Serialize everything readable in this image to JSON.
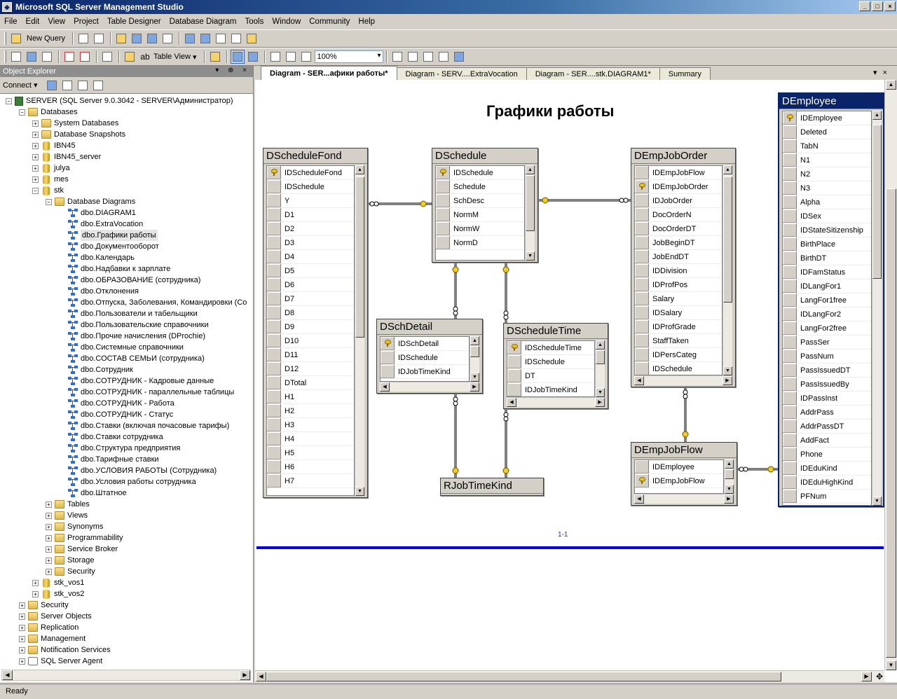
{
  "window": {
    "title": "Microsoft SQL Server Management Studio"
  },
  "menu": [
    "File",
    "Edit",
    "View",
    "Project",
    "Table Designer",
    "Database Diagram",
    "Tools",
    "Window",
    "Community",
    "Help"
  ],
  "toolbar1": {
    "new_query": "New Query"
  },
  "toolbar2": {
    "table_view": "Table View",
    "zoom": "100%"
  },
  "object_explorer": {
    "title": "Object Explorer",
    "connect": "Connect",
    "tree": [
      {
        "level": 0,
        "pm": "-",
        "icon": "server",
        "text": "SERVER (SQL Server 9.0.3042 - SERVER\\Администратор)"
      },
      {
        "level": 1,
        "pm": "-",
        "icon": "folder",
        "text": "Databases"
      },
      {
        "level": 2,
        "pm": "+",
        "icon": "folder",
        "text": "System Databases"
      },
      {
        "level": 2,
        "pm": "+",
        "icon": "folder",
        "text": "Database Snapshots"
      },
      {
        "level": 2,
        "pm": "+",
        "icon": "db",
        "text": "IBN45"
      },
      {
        "level": 2,
        "pm": "+",
        "icon": "db",
        "text": "IBN45_server"
      },
      {
        "level": 2,
        "pm": "+",
        "icon": "db",
        "text": "julya"
      },
      {
        "level": 2,
        "pm": "+",
        "icon": "db",
        "text": "mes"
      },
      {
        "level": 2,
        "pm": "-",
        "icon": "db",
        "text": "stk"
      },
      {
        "level": 3,
        "pm": "-",
        "icon": "folder",
        "text": "Database Diagrams"
      },
      {
        "level": 4,
        "pm": "",
        "icon": "diagram",
        "text": "dbo.DIAGRAM1"
      },
      {
        "level": 4,
        "pm": "",
        "icon": "diagram",
        "text": "dbo.ExtraVocation"
      },
      {
        "level": 4,
        "pm": "",
        "icon": "diagram",
        "text": "dbo.Графики работы",
        "selected": true
      },
      {
        "level": 4,
        "pm": "",
        "icon": "diagram",
        "text": "dbo.Документооборот"
      },
      {
        "level": 4,
        "pm": "",
        "icon": "diagram",
        "text": "dbo.Календарь"
      },
      {
        "level": 4,
        "pm": "",
        "icon": "diagram",
        "text": "dbo.Надбавки к зарплате"
      },
      {
        "level": 4,
        "pm": "",
        "icon": "diagram",
        "text": "dbo.ОБРАЗОВАНИЕ (сотрудника)"
      },
      {
        "level": 4,
        "pm": "",
        "icon": "diagram",
        "text": "dbo.Отклонения"
      },
      {
        "level": 4,
        "pm": "",
        "icon": "diagram",
        "text": "dbo.Отпуска, Заболевания, Командировки (Со"
      },
      {
        "level": 4,
        "pm": "",
        "icon": "diagram",
        "text": "dbo.Пользователи и табельщики"
      },
      {
        "level": 4,
        "pm": "",
        "icon": "diagram",
        "text": "dbo.Пользовательские справочники"
      },
      {
        "level": 4,
        "pm": "",
        "icon": "diagram",
        "text": "dbo.Прочие начисления (DProchie)"
      },
      {
        "level": 4,
        "pm": "",
        "icon": "diagram",
        "text": "dbo.Системные справочники"
      },
      {
        "level": 4,
        "pm": "",
        "icon": "diagram",
        "text": "dbo.СОСТАВ СЕМЬИ (сотрудника)"
      },
      {
        "level": 4,
        "pm": "",
        "icon": "diagram",
        "text": "dbo.Сотрудник"
      },
      {
        "level": 4,
        "pm": "",
        "icon": "diagram",
        "text": "dbo.СОТРУДНИК - Кадровые данные"
      },
      {
        "level": 4,
        "pm": "",
        "icon": "diagram",
        "text": "dbo.СОТРУДНИК - параллельные таблицы"
      },
      {
        "level": 4,
        "pm": "",
        "icon": "diagram",
        "text": "dbo.СОТРУДНИК - Работа"
      },
      {
        "level": 4,
        "pm": "",
        "icon": "diagram",
        "text": "dbo.СОТРУДНИК - Статус"
      },
      {
        "level": 4,
        "pm": "",
        "icon": "diagram",
        "text": "dbo.Ставки (включая почасовые тарифы)"
      },
      {
        "level": 4,
        "pm": "",
        "icon": "diagram",
        "text": "dbo.Ставки сотрудника"
      },
      {
        "level": 4,
        "pm": "",
        "icon": "diagram",
        "text": "dbo.Структура предприятия"
      },
      {
        "level": 4,
        "pm": "",
        "icon": "diagram",
        "text": "dbo.Тарифные ставки"
      },
      {
        "level": 4,
        "pm": "",
        "icon": "diagram",
        "text": "dbo.УСЛОВИЯ РАБОТЫ (Сотрудника)"
      },
      {
        "level": 4,
        "pm": "",
        "icon": "diagram",
        "text": "dbo.Условия работы сотрудника"
      },
      {
        "level": 4,
        "pm": "",
        "icon": "diagram",
        "text": "dbo.Штатное"
      },
      {
        "level": 3,
        "pm": "+",
        "icon": "folder",
        "text": "Tables"
      },
      {
        "level": 3,
        "pm": "+",
        "icon": "folder",
        "text": "Views"
      },
      {
        "level": 3,
        "pm": "+",
        "icon": "folder",
        "text": "Synonyms"
      },
      {
        "level": 3,
        "pm": "+",
        "icon": "folder",
        "text": "Programmability"
      },
      {
        "level": 3,
        "pm": "+",
        "icon": "folder",
        "text": "Service Broker"
      },
      {
        "level": 3,
        "pm": "+",
        "icon": "folder",
        "text": "Storage"
      },
      {
        "level": 3,
        "pm": "+",
        "icon": "folder",
        "text": "Security"
      },
      {
        "level": 2,
        "pm": "+",
        "icon": "db",
        "text": "stk_vos1"
      },
      {
        "level": 2,
        "pm": "+",
        "icon": "db",
        "text": "stk_vos2"
      },
      {
        "level": 1,
        "pm": "+",
        "icon": "folder",
        "text": "Security"
      },
      {
        "level": 1,
        "pm": "+",
        "icon": "folder",
        "text": "Server Objects"
      },
      {
        "level": 1,
        "pm": "+",
        "icon": "folder",
        "text": "Replication"
      },
      {
        "level": 1,
        "pm": "+",
        "icon": "folder",
        "text": "Management"
      },
      {
        "level": 1,
        "pm": "+",
        "icon": "folder",
        "text": "Notification Services"
      },
      {
        "level": 1,
        "pm": "+",
        "icon": "agent",
        "text": "SQL Server Agent"
      }
    ]
  },
  "tabs": [
    {
      "label": "Diagram - SER...афики работы*",
      "active": true
    },
    {
      "label": "Diagram - SERV....ExtraVocation",
      "active": false
    },
    {
      "label": "Diagram - SER....stk.DIAGRAM1*",
      "active": false
    },
    {
      "label": "Summary",
      "active": false
    }
  ],
  "diagram": {
    "title": "Графики работы",
    "page_label": "1-1",
    "tables": {
      "DScheduleFond": {
        "name": "DScheduleFond",
        "rows": [
          [
            "IDScheduleFond",
            true
          ],
          [
            "IDSchedule",
            false
          ],
          [
            "Y",
            false
          ],
          [
            "D1",
            false
          ],
          [
            "D2",
            false
          ],
          [
            "D3",
            false
          ],
          [
            "D4",
            false
          ],
          [
            "D5",
            false
          ],
          [
            "D6",
            false
          ],
          [
            "D7",
            false
          ],
          [
            "D8",
            false
          ],
          [
            "D9",
            false
          ],
          [
            "D10",
            false
          ],
          [
            "D11",
            false
          ],
          [
            "D12",
            false
          ],
          [
            "DTotal",
            false
          ],
          [
            "H1",
            false
          ],
          [
            "H2",
            false
          ],
          [
            "H3",
            false
          ],
          [
            "H4",
            false
          ],
          [
            "H5",
            false
          ],
          [
            "H6",
            false
          ],
          [
            "H7",
            false
          ]
        ]
      },
      "DSchedule": {
        "name": "DSchedule",
        "rows": [
          [
            "IDSchedule",
            true
          ],
          [
            "Schedule",
            false
          ],
          [
            "SchDesc",
            false
          ],
          [
            "NormM",
            false
          ],
          [
            "NormW",
            false
          ],
          [
            "NormD",
            false
          ]
        ]
      },
      "DEmpJobOrder": {
        "name": "DEmpJobOrder",
        "rows": [
          [
            "IDEmpJobFlow",
            false
          ],
          [
            "IDEmpJobOrder",
            true
          ],
          [
            "IDJobOrder",
            false
          ],
          [
            "DocOrderN",
            false
          ],
          [
            "DocOrderDT",
            false
          ],
          [
            "JobBeginDT",
            false
          ],
          [
            "JobEndDT",
            false
          ],
          [
            "IDDivision",
            false
          ],
          [
            "IDProfPos",
            false
          ],
          [
            "Salary",
            false
          ],
          [
            "IDSalary",
            false
          ],
          [
            "IDProfGrade",
            false
          ],
          [
            "StaffTaken",
            false
          ],
          [
            "IDPersCateg",
            false
          ],
          [
            "IDSchedule",
            false
          ]
        ]
      },
      "DEmployee": {
        "name": "DEmployee",
        "rows": [
          [
            "IDEmployee",
            true
          ],
          [
            "Deleted",
            false
          ],
          [
            "TabN",
            false
          ],
          [
            "N1",
            false
          ],
          [
            "N2",
            false
          ],
          [
            "N3",
            false
          ],
          [
            "Alpha",
            false
          ],
          [
            "IDSex",
            false
          ],
          [
            "IDStateSitizenship",
            false
          ],
          [
            "BirthPlace",
            false
          ],
          [
            "BirthDT",
            false
          ],
          [
            "IDFamStatus",
            false
          ],
          [
            "IDLangFor1",
            false
          ],
          [
            "LangFor1free",
            false
          ],
          [
            "IDLangFor2",
            false
          ],
          [
            "LangFor2free",
            false
          ],
          [
            "PassSer",
            false
          ],
          [
            "PassNum",
            false
          ],
          [
            "PassIssuedDT",
            false
          ],
          [
            "PassIssuedBy",
            false
          ],
          [
            "IDPassInst",
            false
          ],
          [
            "AddrPass",
            false
          ],
          [
            "AddrPassDT",
            false
          ],
          [
            "AddFact",
            false
          ],
          [
            "Phone",
            false
          ],
          [
            "IDEduKind",
            false
          ],
          [
            "IDEduHighKind",
            false
          ],
          [
            "PFNum",
            false
          ]
        ]
      },
      "DSchDetail": {
        "name": "DSchDetail",
        "rows": [
          [
            "IDSchDetail",
            true
          ],
          [
            "IDSchedule",
            false
          ],
          [
            "IDJobTimeKind",
            false
          ]
        ]
      },
      "DScheduleTime": {
        "name": "DScheduleTime",
        "rows": [
          [
            "IDScheduleTime",
            true
          ],
          [
            "IDSchedule",
            false
          ],
          [
            "DT",
            false
          ],
          [
            "IDJobTimeKind",
            false
          ]
        ]
      },
      "DEmpJobFlow": {
        "name": "DEmpJobFlow",
        "rows": [
          [
            "IDEmployee",
            false
          ],
          [
            "IDEmpJobFlow",
            true
          ]
        ]
      },
      "RJobTimeKind": {
        "name": "RJobTimeKind",
        "rows": []
      }
    }
  },
  "status": {
    "text": "Ready"
  }
}
